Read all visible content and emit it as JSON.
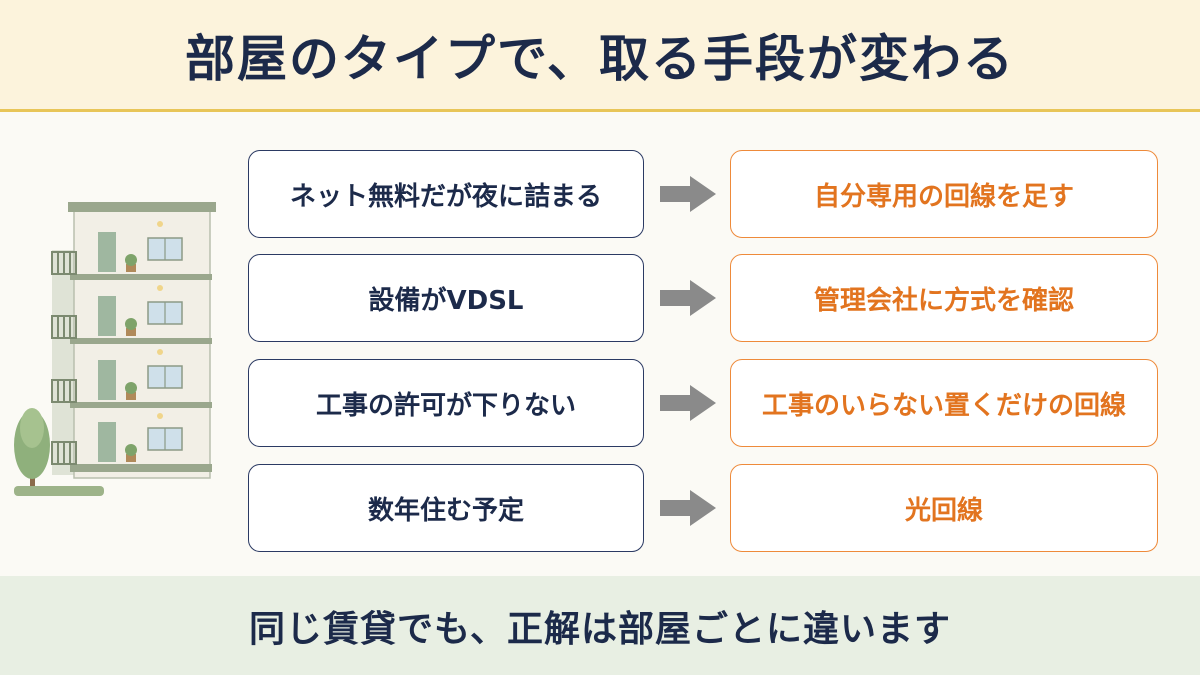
{
  "title": "部屋のタイプで、取る手段が変わる",
  "rows": [
    {
      "situation": "ネット無料だが夜に詰まる",
      "solution": "自分専用の回線を足す"
    },
    {
      "situation": "設備がVDSL",
      "solution": "管理会社に方式を確認"
    },
    {
      "situation": "工事の許可が下りない",
      "solution": "工事のいらない置くだけの回線"
    },
    {
      "situation": "数年住む予定",
      "solution": "光回線"
    }
  ],
  "footer": "同じ賃貸でも、正解は部屋ごとに違います",
  "colors": {
    "navy": "#1c2a4a",
    "orange": "#e2741f",
    "header_bg": "#fcf3dc",
    "header_line": "#e8c558",
    "footer_bg": "#e8efe3",
    "arrow": "#8a8a8a"
  },
  "icons": {
    "illustration": "apartment-building-illustration",
    "arrow": "right-arrow-icon"
  }
}
